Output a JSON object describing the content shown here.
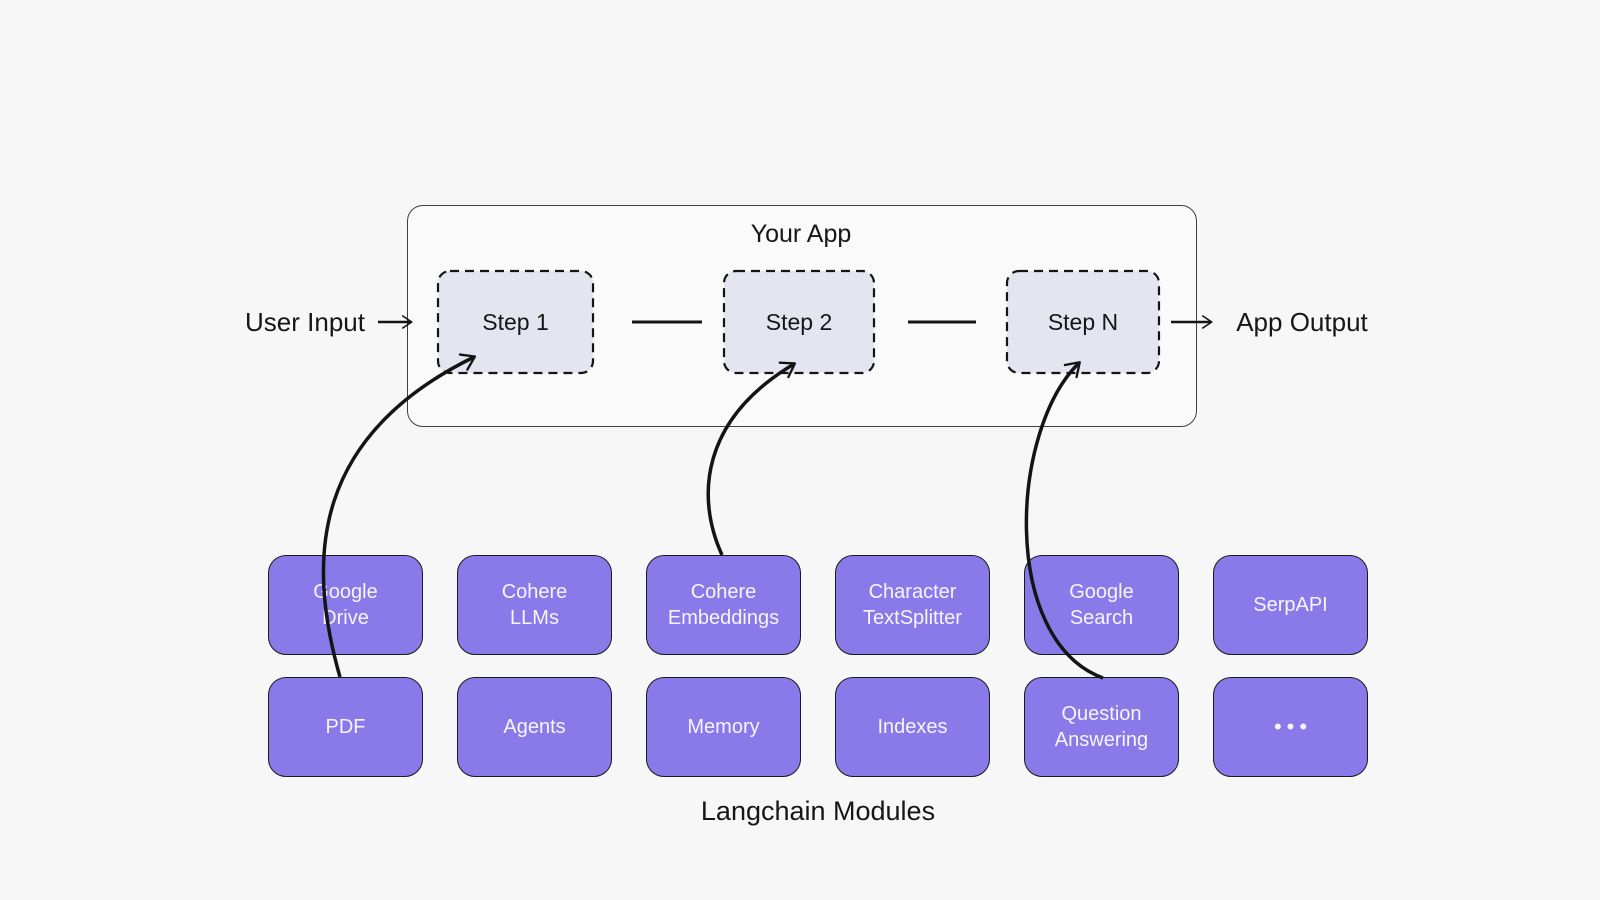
{
  "diagram": {
    "app": {
      "title": "Your App",
      "steps": [
        "Step 1",
        "Step 2",
        "Step N"
      ]
    },
    "input_label": "User Input",
    "output_label": "App Output",
    "modules_caption": "Langchain Modules",
    "modules": [
      "Google\nDrive",
      "Cohere\nLLMs",
      "Cohere\nEmbeddings",
      "Character\nTextSplitter",
      "Google\nSearch",
      "SerpAPI",
      "PDF",
      "Agents",
      "Memory",
      "Indexes",
      "Question\nAnswering",
      "•••"
    ],
    "connections": [
      {
        "from": "PDF",
        "to": "Step 1"
      },
      {
        "from": "Cohere Embeddings",
        "to": "Step 2"
      },
      {
        "from": "Question Answering",
        "to": "Step N"
      }
    ],
    "colors": {
      "module_fill": "#8a79e8",
      "step_fill": "#e5e4f1",
      "background": "#f7f7f7",
      "stroke": "#141414"
    }
  }
}
